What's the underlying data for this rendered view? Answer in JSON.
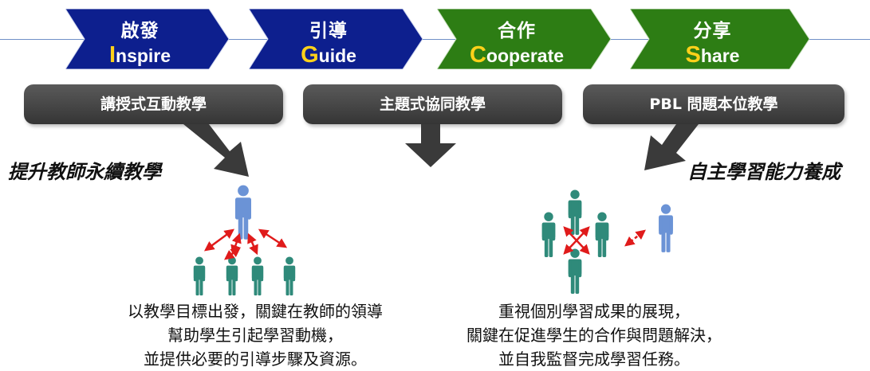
{
  "steps": [
    {
      "zh": "啟發",
      "initial": "I",
      "rest": "nspire",
      "color": "#0d1f8e"
    },
    {
      "zh": "引導",
      "initial": "G",
      "rest": "uide",
      "color": "#0d1f8e"
    },
    {
      "zh": "合作",
      "initial": "C",
      "rest": "ooperate",
      "color": "#2d7d14"
    },
    {
      "zh": "分享",
      "initial": "S",
      "rest": "hare",
      "color": "#2d7d14"
    }
  ],
  "boxes": [
    "講授式互動教學",
    "主題式協同教學",
    "PBL 問題本位教學"
  ],
  "slogans": {
    "left": "提升教師永續教學",
    "right": "自主學習能力養成"
  },
  "desc_left": [
    "以教學目標出發，關鍵在教師的領導",
    "幫助學生引起學習動機，",
    "並提供必要的引導步驟及資源。"
  ],
  "desc_right": [
    "重視個別學習成果的展現，",
    "關鍵在促進學生的合作與問題解決，",
    "並自我監督完成學習任務。"
  ],
  "colors": {
    "teacher": "#6b93d6",
    "student": "#2f8a7a",
    "arrow": "#e01b1b",
    "dark_arrow": "#3a3a3a"
  }
}
